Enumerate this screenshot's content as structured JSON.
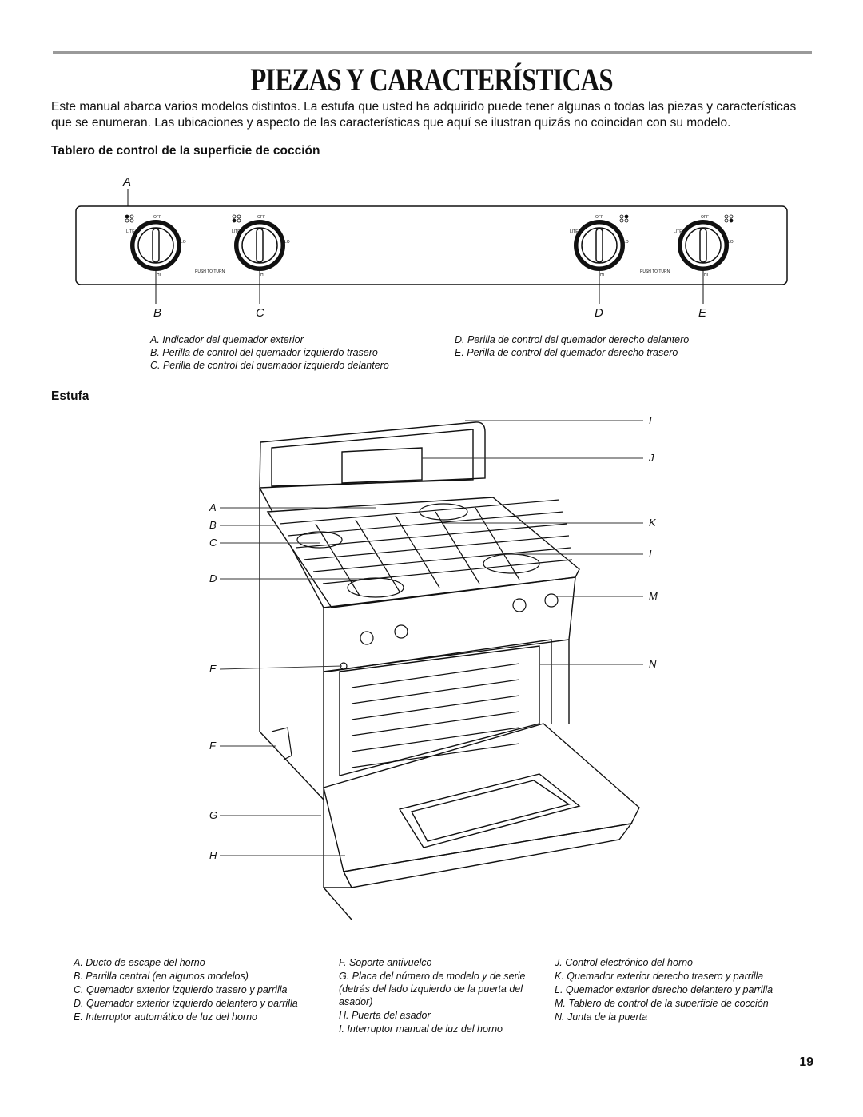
{
  "title": "PIEZAS Y CARACTERÍSTICAS",
  "intro": "Este manual abarca varios modelos distintos. La estufa que usted ha adquirido puede tener algunas o todas las piezas y características que se enumeran. Las ubicaciones y aspecto de las características que aquí se ilustran quizás no coincidan con su modelo.",
  "section1": {
    "heading": "Tablero de control de la superficie de cocción",
    "figure": {
      "labels": {
        "A": "A",
        "B": "B",
        "C": "C",
        "D": "D",
        "E": "E"
      },
      "knob_text": {
        "off": "OFF",
        "lite": "LITE",
        "lo": "LO",
        "hi": "HI",
        "push": "PUSH TO TURN"
      }
    },
    "captions_left": [
      "A. Indicador del quemador exterior",
      "B. Perilla de control del quemador izquierdo trasero",
      "C. Perilla de control del quemador izquierdo delantero"
    ],
    "captions_right": [
      "D. Perilla de control del quemador derecho delantero",
      "E. Perilla de control del quemador derecho trasero"
    ]
  },
  "section2": {
    "heading": "Estufa",
    "figure_labels": {
      "A": "A",
      "B": "B",
      "C": "C",
      "D": "D",
      "E": "E",
      "F": "F",
      "G": "G",
      "H": "H",
      "I": "I",
      "J": "J",
      "K": "K",
      "L": "L",
      "M": "M",
      "N": "N"
    },
    "captions_col1": [
      "A. Ducto de escape del horno",
      "B. Parrilla central (en algunos modelos)",
      "C. Quemador exterior izquierdo trasero y parrilla",
      "D. Quemador exterior izquierdo delantero y parrilla",
      "E. Interruptor automático de luz del horno"
    ],
    "captions_col2": [
      "F. Soporte antivuelco",
      "G. Placa del número de modelo y de serie (detrás del lado izquierdo de la puerta del asador)",
      "H. Puerta del asador",
      "I. Interruptor manual de luz del horno"
    ],
    "captions_col3": [
      "J. Control electrónico del horno",
      "K. Quemador exterior derecho trasero y parrilla",
      "L. Quemador exterior derecho delantero y parrilla",
      "M. Tablero de control de la superficie de cocción",
      "N. Junta de la puerta"
    ]
  },
  "page_number": "19"
}
